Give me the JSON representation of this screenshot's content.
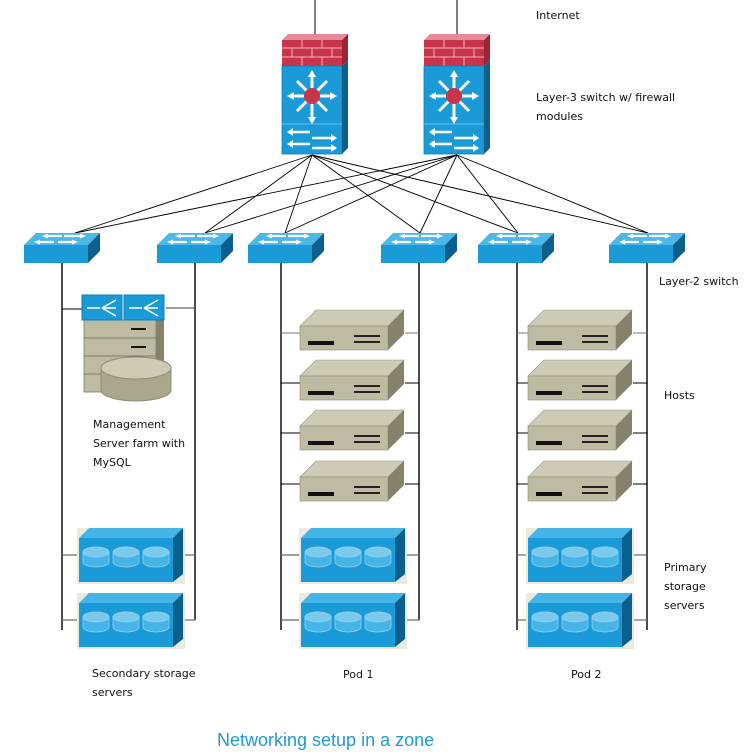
{
  "diagram": {
    "title": "Networking setup in a zone",
    "colors": {
      "accent_blue": "#1f9ad6",
      "switch_blue": "#1a9ad7",
      "firewall_red": "#c8354a",
      "server_khaki": "#c9c8b2",
      "link": "#000000"
    },
    "labels": {
      "internet": "Internet",
      "l3_line1": "Layer-3 switch w/ firewall",
      "l3_line2": "modules",
      "l2": "Layer-2 switch",
      "hosts": "Hosts",
      "primary_line1": "Primary",
      "primary_line2": "storage",
      "primary_line3": "servers",
      "mgmt_line1": "Management",
      "mgmt_line2": "Server farm with",
      "mgmt_line3": "MySQL",
      "secondary_line1": "Secondary storage",
      "secondary_line2": "servers",
      "pod1": "Pod 1",
      "pod2": "Pod 2"
    },
    "core_switches": [
      {
        "id": "l3-switch-1",
        "type": "layer-3-switch-firewall"
      },
      {
        "id": "l3-switch-2",
        "type": "layer-3-switch-firewall"
      }
    ],
    "access_switches": [
      {
        "id": "l2-switch-1",
        "group": "management"
      },
      {
        "id": "l2-switch-2",
        "group": "management"
      },
      {
        "id": "l2-switch-3",
        "group": "pod1"
      },
      {
        "id": "l2-switch-4",
        "group": "pod1"
      },
      {
        "id": "l2-switch-5",
        "group": "pod2"
      },
      {
        "id": "l2-switch-6",
        "group": "pod2"
      }
    ],
    "groups": [
      {
        "name": "management",
        "devices": [
          "management-server",
          "secondary-storage",
          "secondary-storage"
        ]
      },
      {
        "name": "pod1",
        "hosts": 4,
        "primary_storage": 2
      },
      {
        "name": "pod2",
        "hosts": 4,
        "primary_storage": 2
      }
    ]
  }
}
